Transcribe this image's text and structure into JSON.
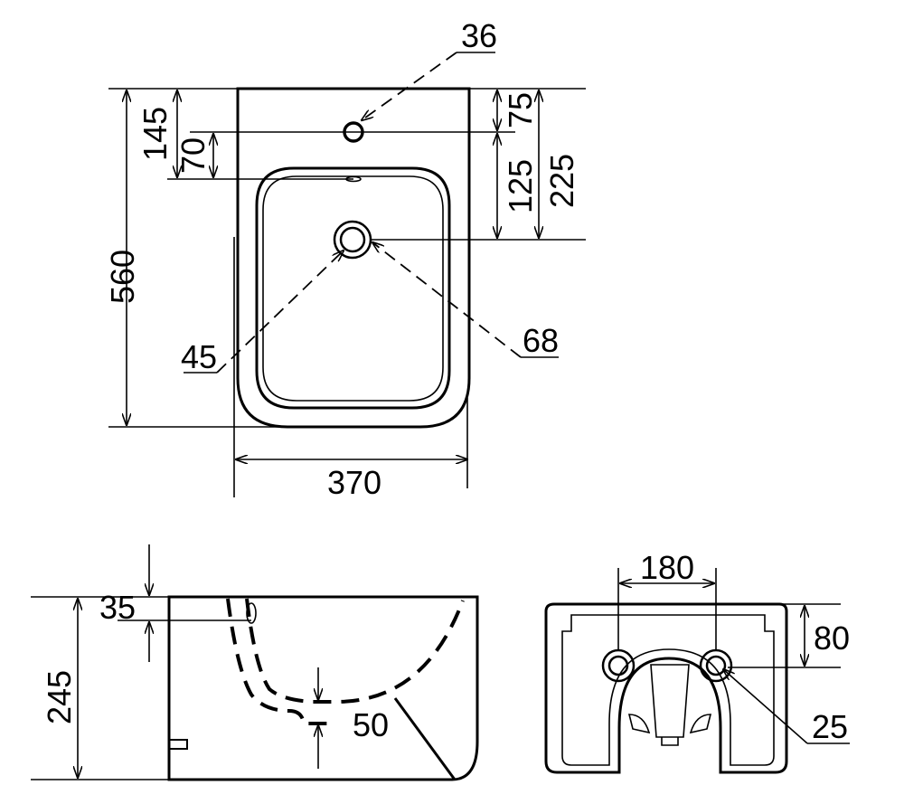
{
  "colors": {
    "line": "#000000",
    "background": "#ffffff"
  },
  "top_view": {
    "width_label": "370",
    "height_label": "560",
    "tap_hole_label": "36",
    "drain_outer_label": "68",
    "drain_inner_label": "45",
    "left_145_label": "145",
    "left_70_label": "70",
    "right_75_label": "75",
    "right_125_label": "125",
    "right_225_label": "225"
  },
  "side_view": {
    "height_label": "245",
    "top_offset_label": "35",
    "drain_label": "50"
  },
  "back_view": {
    "spacing_label": "180",
    "height_label": "80",
    "hole_label": "25"
  }
}
